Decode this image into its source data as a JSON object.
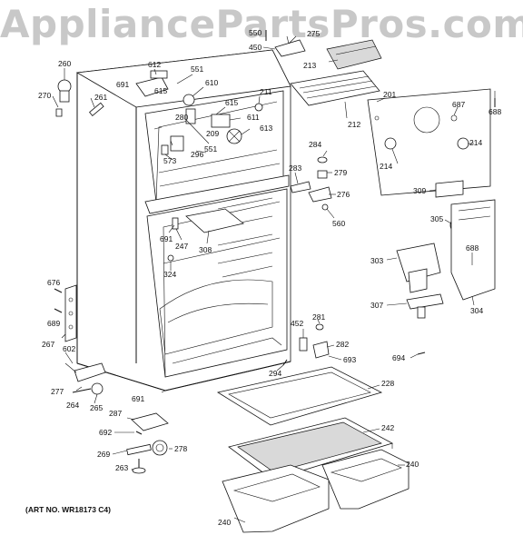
{
  "watermark": "AppliancePartsPros.com",
  "art_number": "(ART NO. WR18173 C4)",
  "callouts": [
    {
      "label": "260"
    },
    {
      "label": "270"
    },
    {
      "label": "261"
    },
    {
      "label": "612"
    },
    {
      "label": "551"
    },
    {
      "label": "610"
    },
    {
      "label": "615"
    },
    {
      "label": "691"
    },
    {
      "label": "615"
    },
    {
      "label": "211"
    },
    {
      "label": "280"
    },
    {
      "label": "209"
    },
    {
      "label": "611"
    },
    {
      "label": "613"
    },
    {
      "label": "296"
    },
    {
      "label": "551"
    },
    {
      "label": "573"
    },
    {
      "label": "450"
    },
    {
      "label": "275"
    },
    {
      "label": "213"
    },
    {
      "label": "201"
    },
    {
      "label": "212"
    },
    {
      "label": "687"
    },
    {
      "label": "688"
    },
    {
      "label": "214"
    },
    {
      "label": "214"
    },
    {
      "label": "284"
    },
    {
      "label": "279"
    },
    {
      "label": "283"
    },
    {
      "label": "276"
    },
    {
      "label": "560"
    },
    {
      "label": "309"
    },
    {
      "label": "305"
    },
    {
      "label": "691"
    },
    {
      "label": "247"
    },
    {
      "label": "308"
    },
    {
      "label": "324"
    },
    {
      "label": "688"
    },
    {
      "label": "303"
    },
    {
      "label": "304"
    },
    {
      "label": "307"
    },
    {
      "label": "676"
    },
    {
      "label": "689"
    },
    {
      "label": "267"
    },
    {
      "label": "602"
    },
    {
      "label": "277"
    },
    {
      "label": "264"
    },
    {
      "label": "265"
    },
    {
      "label": "691"
    },
    {
      "label": "452"
    },
    {
      "label": "281"
    },
    {
      "label": "282"
    },
    {
      "label": "693"
    },
    {
      "label": "694"
    },
    {
      "label": "294"
    },
    {
      "label": "228"
    },
    {
      "label": "287"
    },
    {
      "label": "692"
    },
    {
      "label": "269"
    },
    {
      "label": "278"
    },
    {
      "label": "263"
    },
    {
      "label": "242"
    },
    {
      "label": "240"
    },
    {
      "label": "240"
    },
    {
      "label": "550"
    }
  ]
}
